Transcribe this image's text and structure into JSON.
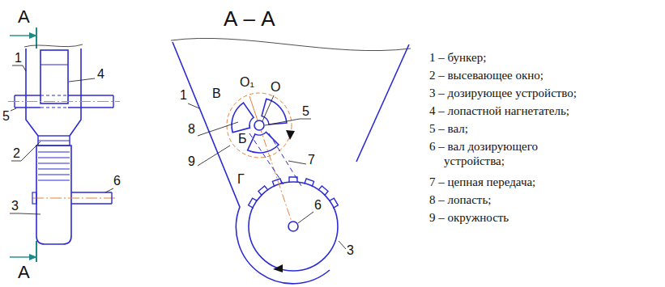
{
  "diagram": {
    "title": "А – А",
    "labels": [
      "А",
      "1",
      "5",
      "4",
      "2",
      "3",
      "6",
      "А",
      "1",
      "В",
      "О₁",
      "О",
      "5",
      "8",
      "Б",
      "7",
      "Г",
      "9",
      "6",
      "3",
      "1 – бункер;",
      "2 – высевающее окно;",
      "3 – дозирующее устройство;",
      "4 – лопастной нагнетатель;",
      "5 – вал;",
      "6 – вал дозирующего устройства;",
      "7 – цепная передача;",
      "8 – лопасть;",
      "9 – окружность"
    ]
  }
}
